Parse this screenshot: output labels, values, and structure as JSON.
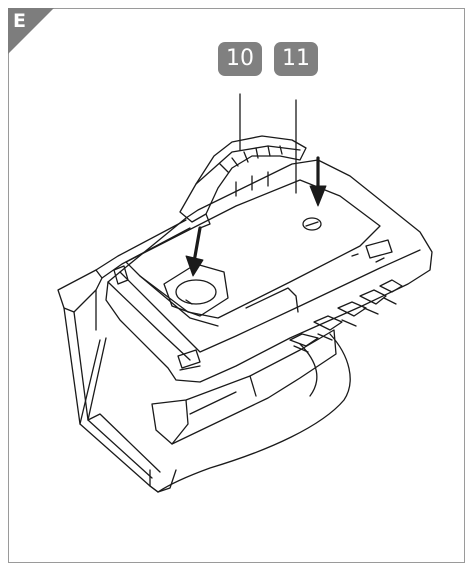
{
  "panel": {
    "label": "E"
  },
  "callouts": [
    {
      "number": "10",
      "refers_to": "handle"
    },
    {
      "number": "11",
      "refers_to": "cover"
    }
  ],
  "colors": {
    "badge": "#808080",
    "line": "#1a1a1a",
    "frame": "#9a9a9a",
    "corner": "#7d7d7d"
  }
}
